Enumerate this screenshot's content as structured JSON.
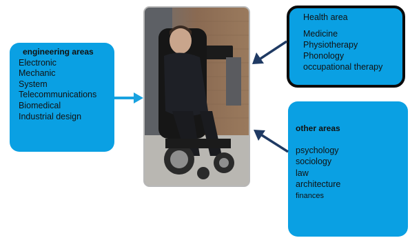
{
  "engineering": {
    "title": "engineering areas",
    "items": [
      "Electronic",
      "Mechanic",
      "System",
      "Telecommunications",
      "Biomedical",
      "Industrial design"
    ]
  },
  "health": {
    "title": "Health area",
    "items": [
      "Medicine",
      "Physiotherapy",
      "Phonology",
      "occupational therapy"
    ]
  },
  "other": {
    "title": "other areas",
    "items": [
      "psychology",
      "sociology",
      "law",
      "architecture",
      "finances"
    ]
  },
  "colors": {
    "box_fill": "#0aa0e3",
    "arrow_light": "#18a2e0",
    "arrow_dark": "#1f3a63"
  }
}
